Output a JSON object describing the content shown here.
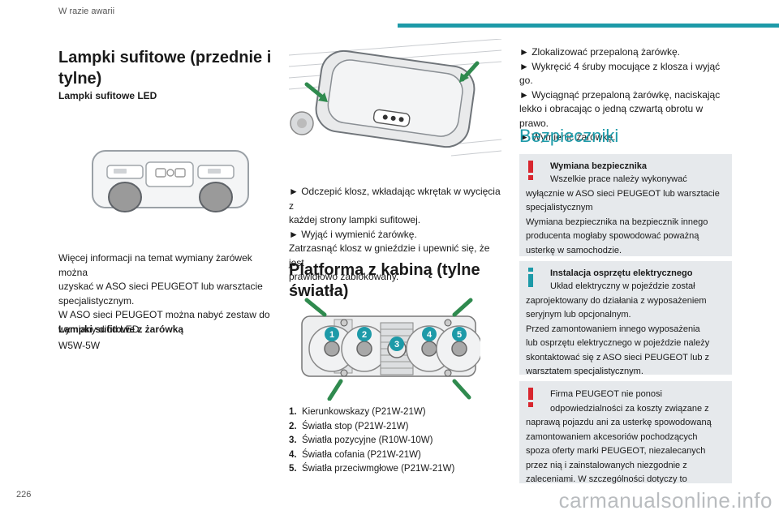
{
  "header": {
    "section": "W razie awarii",
    "accent": "#1d9aa8"
  },
  "page_number": "226",
  "col1": {
    "title_line1": "Lampki sufitowe (przednie i",
    "title_line2": "tylne)",
    "subtitle_led": "Lampki sufitowe LED",
    "para_lines": [
      "Więcej informacji na temat wymiany żarówek można",
      "uzyskać w ASO sieci PEUGEOT lub warsztacie",
      "specjalistycznym.",
      "W ASO sieci PEUGEOT można nabyć zestaw do",
      "wymiany diod LED."
    ],
    "subtitle_bulb": "Lampki sufitowe z żarówką",
    "bulb_type": "W5W-5W"
  },
  "col2": {
    "steps": [
      "► Odczepić klosz, wkładając wkrętak w wycięcia z",
      "każdej strony lampki sufitowej.",
      "► Wyjąć i wymienić żarówkę.",
      "Zatrzasnąć klosz w gnieździe i upewnić się, że jest",
      "prawidłowo zablokowany."
    ],
    "title_line1": "Platforma z kabiną (tylne",
    "title_line2": "światła)",
    "figure_labels": [
      "1",
      "2",
      "3",
      "4",
      "5"
    ],
    "list": [
      {
        "num": "1.",
        "text": "Kierunkowskazy (P21W-21W)"
      },
      {
        "num": "2.",
        "text": "Światła stop (P21W-21W)"
      },
      {
        "num": "3.",
        "text": "Światła pozycyjne (R10W-10W)"
      },
      {
        "num": "4.",
        "text": "Światła cofania (P21W-21W)"
      },
      {
        "num": "5.",
        "text": "Światła przeciwmgłowe (P21W-21W)"
      }
    ]
  },
  "col3": {
    "steps": [
      "► Zlokalizować przepaloną żarówkę.",
      "► Wykręcić 4 śruby mocujące z klosza i wyjąć go.",
      "► Wyciągnąć przepaloną żarówkę, naciskając",
      "lekko i obracając o jedną czwartą obrotu w prawo.",
      "► Wymienić żarówkę."
    ],
    "section_title": "Bezpieczniki",
    "note1": {
      "title": "Wymiana bezpiecznika",
      "lines": [
        "Wszelkie prace należy wykonywać",
        "wyłącznie w ASO sieci PEUGEOT lub warsztacie",
        "specjalistycznym",
        "Wymiana bezpiecznika na bezpiecznik innego",
        "producenta mogłaby spowodować poważną",
        "usterkę w samochodzie."
      ]
    },
    "note2": {
      "title": "Instalacja osprzętu elektrycznego",
      "lines": [
        "Układ elektryczny w pojeździe został",
        "zaprojektowany do działania z wyposażeniem",
        "seryjnym lub opcjonalnym.",
        "Przed zamontowaniem innego wyposażenia",
        "lub osprzętu elektrycznego w pojeździe należy",
        "skontaktować się z ASO sieci PEUGEOT lub z",
        "warsztatem specjalistycznym."
      ]
    },
    "note3": {
      "lines": [
        "Firma PEUGEOT nie ponosi",
        "odpowiedzialności za koszty związane z",
        "naprawą pojazdu ani za usterkę spowodowaną",
        "zamontowaniem akcesoriów pochodzących",
        "spoza oferty marki PEUGEOT, niezalecanych",
        "przez nią i zainstalowanych niezgodnie z",
        "zaleceniami. W szczególności dotyczy to"
      ]
    }
  },
  "watermark": "carmanualsonline.info"
}
